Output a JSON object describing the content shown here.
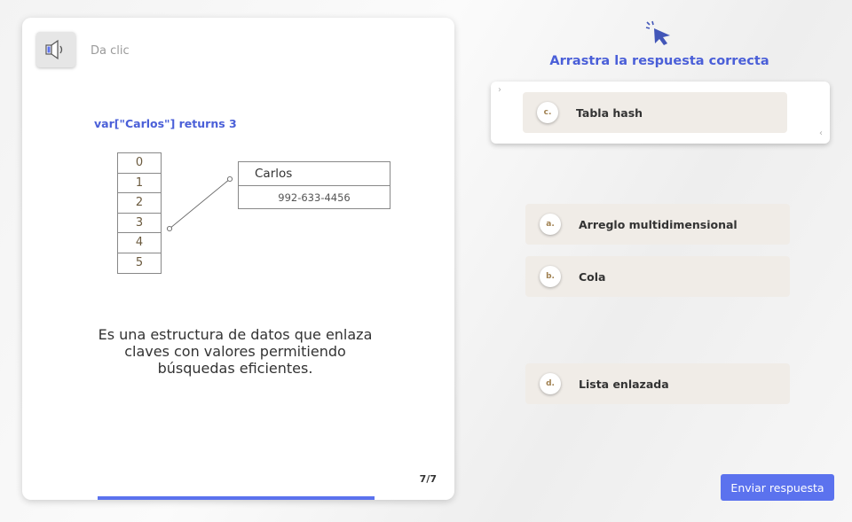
{
  "card": {
    "audio_label": "Da clic",
    "code_line": "var[\"Carlos\"] returns 3",
    "diagram": {
      "indices": [
        "0",
        "1",
        "2",
        "3",
        "4",
        "5"
      ],
      "record_name": "Carlos",
      "record_phone": "992-633-4456"
    },
    "description": "Es una estructura de datos que enlaza claves con valores permitiendo búsquedas eficientes.",
    "page_indicator": "7/7",
    "progress": 1.0
  },
  "instruction": "Arrastra la respuesta correcta",
  "drop_zone": {
    "option": {
      "letter": "c.",
      "text": "Tabla hash"
    }
  },
  "options": [
    {
      "letter": "a.",
      "text": "Arreglo multidimensional"
    },
    {
      "letter": "b.",
      "text": "Cola"
    },
    {
      "letter": "d.",
      "text": "Lista enlazada"
    }
  ],
  "submit_label": "Enviar respuesta",
  "colors": {
    "accent": "#5b72ee",
    "option_bg": "#f0ece7"
  },
  "icons": {
    "audio": "speaker-icon",
    "drag": "pointer-click-icon"
  }
}
